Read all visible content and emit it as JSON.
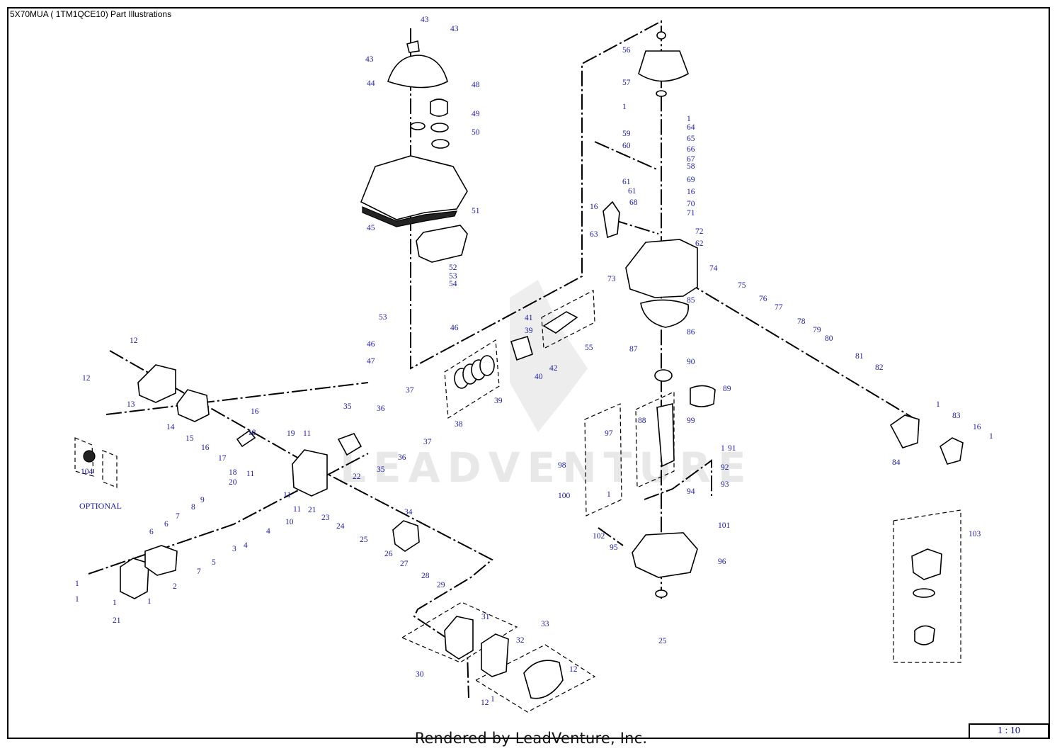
{
  "page": {
    "title": "5X70MUA ( 1TM1QCE10)  Part Illustrations",
    "footer": "Rendered by LeadVenture, Inc.",
    "scale": "1 : 10",
    "watermark": "LEADVENTURE",
    "optional_label": "OPTIONAL"
  },
  "labels": [
    "43",
    "43",
    "43",
    "44",
    "48",
    "49",
    "50",
    "45",
    "51",
    "52",
    "53",
    "54",
    "53",
    "46",
    "46",
    "47",
    "12",
    "12",
    "13",
    "14",
    "15",
    "16",
    "16",
    "17",
    "18",
    "19",
    "11",
    "18",
    "11",
    "20",
    "11",
    "11",
    "10",
    "9",
    "8",
    "7",
    "6",
    "6",
    "7",
    "5",
    "4",
    "4",
    "3",
    "2",
    "1",
    "1",
    "1",
    "1",
    "21",
    "21",
    "22",
    "23",
    "24",
    "25",
    "26",
    "27",
    "28",
    "29",
    "30",
    "31",
    "32",
    "12",
    "12",
    "1",
    "33",
    "34",
    "35",
    "35",
    "36",
    "36",
    "37",
    "37",
    "38",
    "39",
    "41",
    "39",
    "40",
    "42",
    "55",
    "56",
    "57",
    "1",
    "1",
    "64",
    "65",
    "66",
    "67",
    "58",
    "59",
    "60",
    "61",
    "61",
    "16",
    "68",
    "69",
    "16",
    "70",
    "71",
    "72",
    "62",
    "63",
    "73",
    "74",
    "75",
    "76",
    "77",
    "78",
    "79",
    "80",
    "81",
    "82",
    "1",
    "83",
    "16",
    "1",
    "84",
    "85",
    "86",
    "87",
    "90",
    "89",
    "88",
    "99",
    "97",
    "98",
    "100",
    "1",
    "1",
    "91",
    "92",
    "93",
    "94",
    "101",
    "102",
    "95",
    "96",
    "25",
    "103",
    "104"
  ]
}
